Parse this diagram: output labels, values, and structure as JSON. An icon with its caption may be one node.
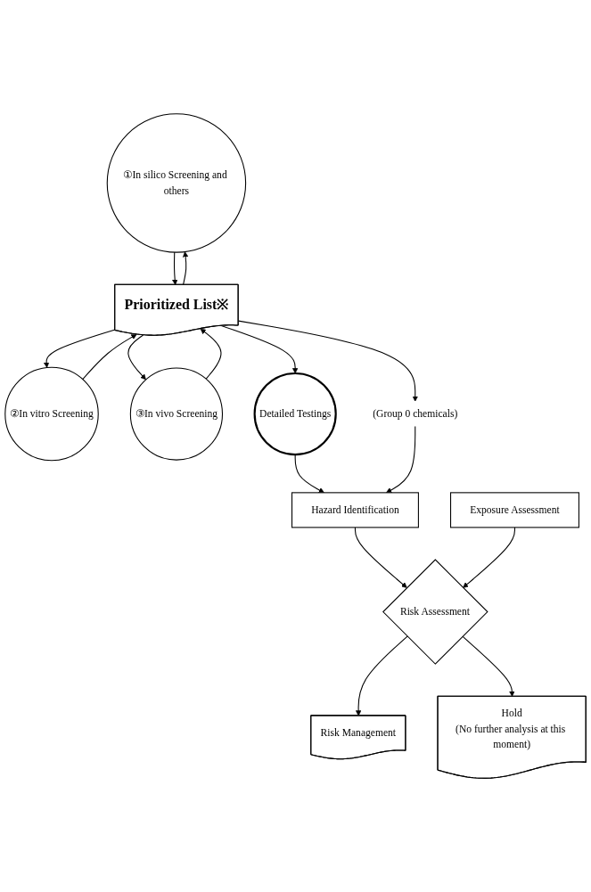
{
  "diagram": {
    "nodes": [
      {
        "text": [
          "①In silico Screening and others"
        ]
      },
      {
        "text": [
          "②In vitro Screening"
        ]
      },
      {
        "text": [
          "Prioritized List※"
        ]
      },
      {
        "text": [
          "③In vivo Screening"
        ]
      },
      {
        "text": [
          "Detailed Testings"
        ]
      },
      {
        "text": [
          "(Group 0 chemicals)"
        ]
      },
      {
        "text": [
          "Hazard Identification"
        ]
      },
      {
        "text": [
          "Exposure Assessment"
        ]
      },
      {
        "text": [
          "Risk Assessment"
        ]
      },
      {
        "text": [
          "Risk Management"
        ]
      },
      {
        "text": [
          "Hold",
          "(No further analysis at this moment)"
        ]
      }
    ],
    "edges": [
      {
        "from": 0,
        "to": 2,
        "arrow": "to"
      },
      {
        "from": 2,
        "to": 0,
        "arrow": "to"
      },
      {
        "from": 2,
        "to": 1,
        "arrow": "to"
      },
      {
        "from": 1,
        "to": 2,
        "arrow": "to"
      },
      {
        "from": 2,
        "to": 3,
        "arrow": "to"
      },
      {
        "from": 3,
        "to": 2,
        "arrow": "to"
      },
      {
        "from": 2,
        "to": 4,
        "arrow": "to"
      },
      {
        "from": 2,
        "to": 5,
        "arrow": "to"
      },
      {
        "from": 4,
        "to": 6,
        "arrow": "to"
      },
      {
        "from": 5,
        "to": 6,
        "arrow": "to"
      },
      {
        "from": 6,
        "to": 8,
        "arrow": "to"
      },
      {
        "from": 7,
        "to": 8,
        "arrow": "to"
      },
      {
        "from": 8,
        "to": 9,
        "arrow": "to"
      },
      {
        "from": 8,
        "to": 10,
        "arrow": "to"
      }
    ]
  }
}
